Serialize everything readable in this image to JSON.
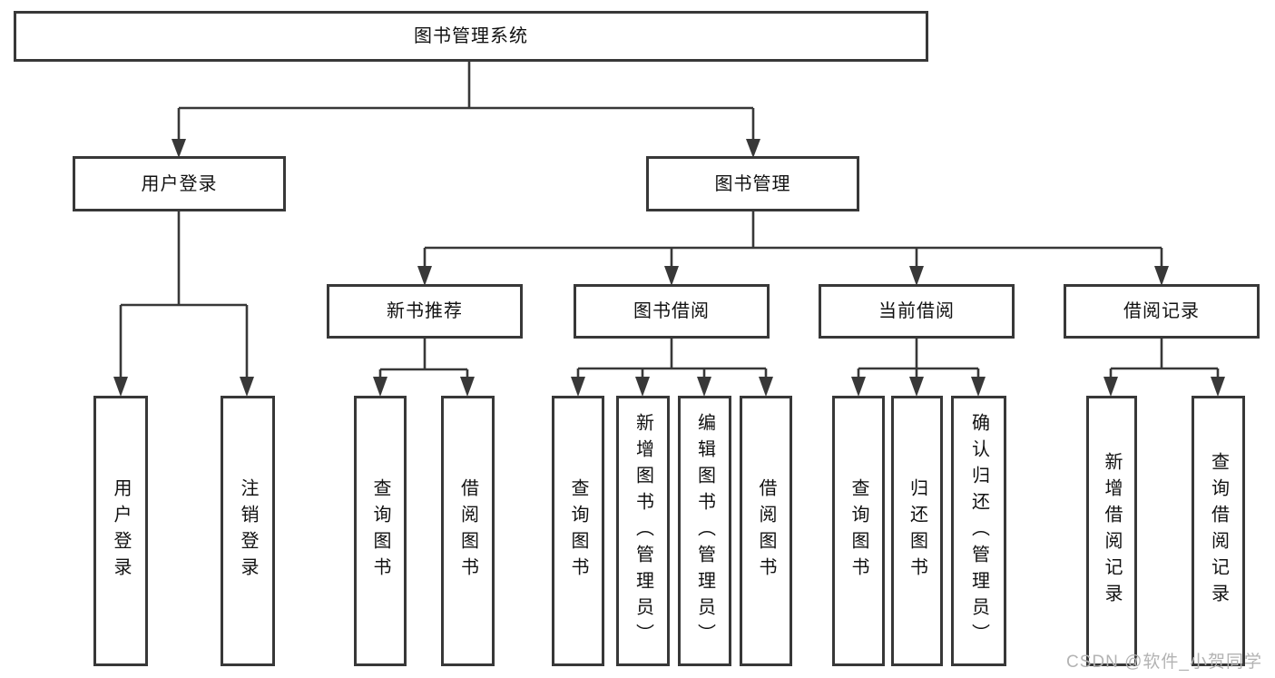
{
  "tree": {
    "root": {
      "label": "图书管理系统"
    },
    "branches": [
      {
        "label": "用户登录",
        "leaves": [
          {
            "label": "用户登录"
          },
          {
            "label": "注销登录"
          }
        ]
      },
      {
        "label": "图书管理",
        "sections": [
          {
            "label": "新书推荐",
            "leaves": [
              {
                "label": "查询图书"
              },
              {
                "label": "借阅图书"
              }
            ]
          },
          {
            "label": "图书借阅",
            "leaves": [
              {
                "label": "查询图书"
              },
              {
                "label": "新增图书（管理员）"
              },
              {
                "label": "编辑图书（管理员）"
              },
              {
                "label": "借阅图书"
              }
            ]
          },
          {
            "label": "当前借阅",
            "leaves": [
              {
                "label": "查询图书"
              },
              {
                "label": "归还图书"
              },
              {
                "label": "确认归还（管理员）"
              }
            ]
          },
          {
            "label": "借阅记录",
            "leaves": [
              {
                "label": "新增借阅记录"
              },
              {
                "label": "查询借阅记录"
              }
            ]
          }
        ]
      }
    ]
  },
  "watermark": {
    "text": "CSDN @软件_小贺同学"
  },
  "colors": {
    "line": "#383838",
    "box_border": "#383838",
    "text": "#111111",
    "watermark": "#b3b3b3",
    "background": "#ffffff"
  }
}
